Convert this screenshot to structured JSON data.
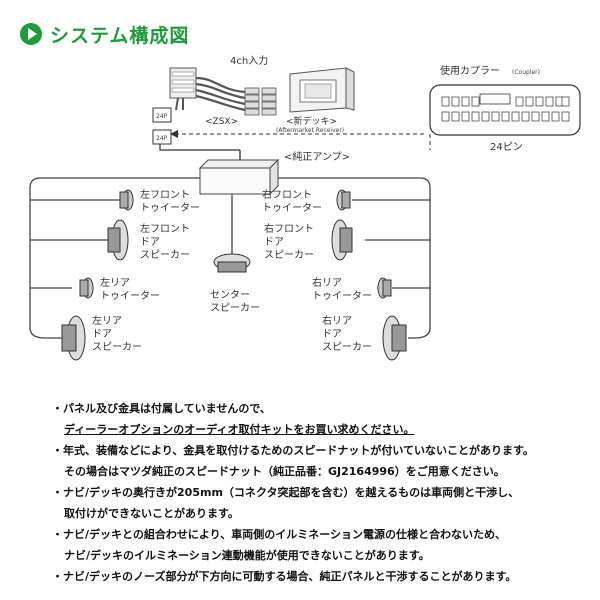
{
  "header": {
    "title": "システム構成図"
  },
  "diagram": {
    "label_4ch": "4ch入力",
    "label_zsx": "<ZSX>",
    "label_new_deck": "<新デッキ>",
    "label_aftermarket": "(Aftermarket Receiver)",
    "label_24p_a": "24P",
    "label_24p_b": "24P",
    "label_amp": "<純正アンプ>",
    "coupler_title": "使用カプラー",
    "coupler_sub": "(Coupler)",
    "coupler_pins": "24ピン",
    "speakers": {
      "left_front_tweeter": [
        "左フロント",
        "トゥイーター"
      ],
      "left_front_door": [
        "左フロント",
        "ドア",
        "スピーカー"
      ],
      "left_rear_tweeter": [
        "左リア",
        "トゥイーター"
      ],
      "left_rear_door": [
        "左リア",
        "ドア",
        "スピーカー"
      ],
      "right_front_tweeter": [
        "右フロント",
        "トゥイーター"
      ],
      "right_front_door": [
        "右フロント",
        "ドア",
        "スピーカー"
      ],
      "center": [
        "センター",
        "スピーカー"
      ],
      "right_rear_tweeter": [
        "右リア",
        "トゥイーター"
      ],
      "right_rear_door": [
        "右リア",
        "ドア",
        "スピーカー"
      ]
    }
  },
  "notes": {
    "n1a": "・パネル及び金具は付属していませんので、",
    "n1b": "ディーラーオプションのオーディオ取付キットをお買い求めください。",
    "n2a": "・年式、装備などにより、金具を取付けるためのスピードナットが付いていないことがあります。",
    "n2b": "その場合はマツダ純正のスピードナット（純正品番：GJ2164996）をご用意ください。",
    "n3a": "・ナビ/デッキの奥行きが205mm（コネクタ突起部を含む）を越えるものは車両側と干渉し、",
    "n3b": "取付けができないことがあります。",
    "n4a": "・ナビ/デッキとの組合わせにより、車両側のイルミネーション電源の仕様と合わないため、",
    "n4b": "ナビ/デッキのイルミネーション連動機能が使用できないことがあります。",
    "n5": "・ナビ/デッキのノーズ部分が下方向に可動する場合、純正パネルと干渉することがあります。"
  }
}
